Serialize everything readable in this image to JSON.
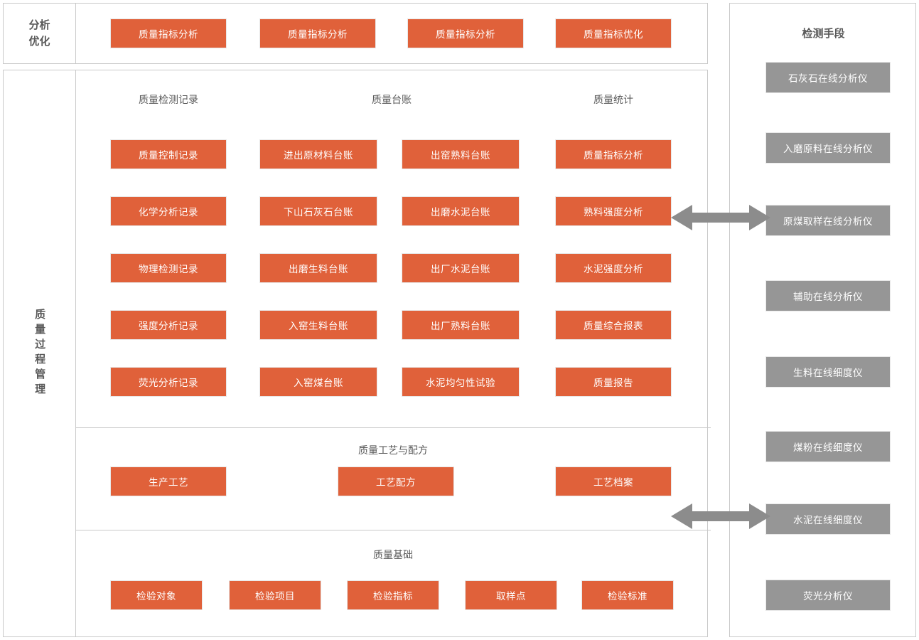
{
  "diagram": {
    "title_hidden": "",
    "colors": {
      "box_orange": "#E0613A",
      "box_gray": "#969696",
      "panel_border": "#c9c9c9",
      "text_dark": "#595959",
      "arrow_gray": "#8c8c8c"
    }
  },
  "left_labels": {
    "analysis_line1": "分析",
    "analysis_line2": "优化",
    "process": "质量过程管理"
  },
  "top_row": {
    "boxes": [
      {
        "label": "质量指标分析"
      },
      {
        "label": "质量指标分析"
      },
      {
        "label": "质量指标分析"
      },
      {
        "label": "质量指标优化"
      }
    ]
  },
  "process_section": {
    "captions": [
      {
        "label": "质量检测记录"
      },
      {
        "label": "质量台账"
      },
      {
        "label": "质量统计"
      }
    ],
    "columns": [
      {
        "name": "质量检测记录",
        "boxes": [
          {
            "label": "质量控制记录"
          },
          {
            "label": "化学分析记录"
          },
          {
            "label": "物理检测记录"
          },
          {
            "label": "强度分析记录"
          },
          {
            "label": "荧光分析记录"
          }
        ]
      },
      {
        "name": "质量台账-左",
        "boxes": [
          {
            "label": "进出原材料台账"
          },
          {
            "label": "下山石灰石台账"
          },
          {
            "label": "出磨生料台账"
          },
          {
            "label": "入窑生料台账"
          },
          {
            "label": "入窑煤台账"
          }
        ]
      },
      {
        "name": "质量台账-右",
        "boxes": [
          {
            "label": "出窑熟料台账"
          },
          {
            "label": "出磨水泥台账"
          },
          {
            "label": "出厂水泥台账"
          },
          {
            "label": "出厂熟料台账"
          },
          {
            "label": "水泥均匀性试验"
          }
        ]
      },
      {
        "name": "质量统计",
        "boxes": [
          {
            "label": "质量指标分析"
          },
          {
            "label": "熟料强度分析"
          },
          {
            "label": "水泥强度分析"
          },
          {
            "label": "质量综合报表"
          },
          {
            "label": "质量报告"
          }
        ]
      }
    ]
  },
  "craft_section": {
    "caption": "质量工艺与配方",
    "boxes": [
      {
        "label": "生产工艺"
      },
      {
        "label": "工艺配方"
      },
      {
        "label": "工艺档案"
      }
    ]
  },
  "foundation_section": {
    "caption": "质量基础",
    "boxes": [
      {
        "label": "检验对象"
      },
      {
        "label": "检验项目"
      },
      {
        "label": "检验指标"
      },
      {
        "label": "取样点"
      },
      {
        "label": "检验标准"
      }
    ]
  },
  "right_panel": {
    "title": "检测手段",
    "boxes": [
      {
        "label": "石灰石在线分析仪"
      },
      {
        "label": "入磨原料在线分析仪"
      },
      {
        "label": "原煤取样在线分析仪"
      },
      {
        "label": "辅助在线分析仪"
      },
      {
        "label": "生料在线细度仪"
      },
      {
        "label": "煤粉在线细度仪"
      },
      {
        "label": "水泥在线细度仪"
      },
      {
        "label": "荧光分析仪"
      }
    ]
  },
  "connectors": [
    {
      "name": "arrow-top",
      "kind": "double-headed-arrow"
    },
    {
      "name": "arrow-bottom",
      "kind": "double-headed-arrow"
    }
  ]
}
